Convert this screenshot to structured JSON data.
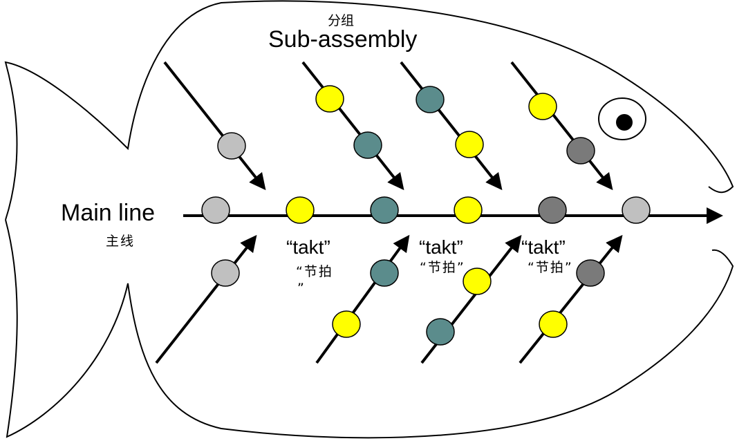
{
  "title_zh": "分组",
  "title_en": "Sub-assembly",
  "main_line_en": "Main line",
  "main_line_zh": "主线",
  "takt_labels": [
    {
      "en": "“takt”",
      "zh": "“节拍",
      "zh_tail": "”"
    },
    {
      "en": "“takt”",
      "zh": "“节拍”",
      "zh_tail": ""
    },
    {
      "en": "“takt”",
      "zh": "“节拍”",
      "zh_tail": ""
    }
  ],
  "colors": {
    "yellow": "#ffff00",
    "teal": "#5b8c8c",
    "light_gray": "#c0c0c0",
    "dark_gray": "#7a7a7a",
    "outline": "#000000"
  },
  "main_line_stations": [
    "light_gray",
    "yellow",
    "teal",
    "yellow",
    "dark_gray",
    "light_gray"
  ],
  "upper_branches": [
    [
      "light_gray"
    ],
    [
      "yellow",
      "teal"
    ],
    [
      "teal",
      "yellow"
    ],
    [
      "yellow",
      "dark_gray"
    ]
  ],
  "lower_branches": [
    [
      "light_gray"
    ],
    [
      "teal",
      "yellow"
    ],
    [
      "yellow",
      "teal"
    ],
    [
      "dark_gray",
      "yellow"
    ]
  ]
}
